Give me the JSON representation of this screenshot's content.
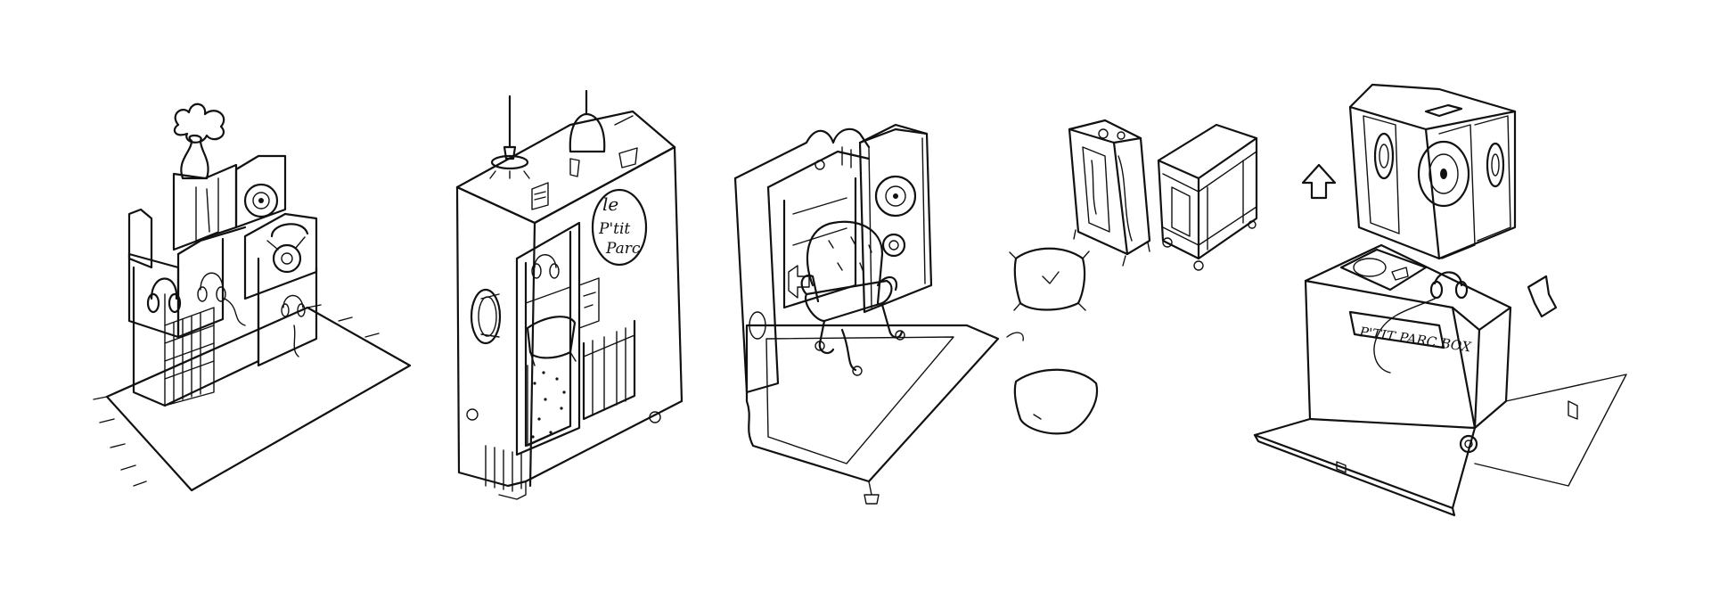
{
  "sheet": {
    "ink_color": "#111111",
    "paper_color": "#ffffff"
  },
  "sketches": [
    {
      "id": "sketch-1",
      "label": "",
      "icons": [
        "vase-icon",
        "speaker-icon",
        "telephone-icon",
        "headphones-icon"
      ]
    },
    {
      "id": "sketch-2",
      "label": "Le P'tit Parc",
      "icons": [
        "pendant-lamp-icon",
        "porthole-icon",
        "headphones-icon"
      ]
    },
    {
      "id": "sketch-3",
      "label": "",
      "icons": [
        "armchair-icon",
        "speaker-icon",
        "rug-icon"
      ]
    },
    {
      "id": "sketch-4",
      "label": "",
      "icons": [
        "wardrobe-icon",
        "trunk-icon",
        "cushion-icon"
      ]
    },
    {
      "id": "sketch-5",
      "label": "P'TIT PARC BOX",
      "icons": [
        "speaker-icon",
        "turntable-icon",
        "headphones-icon",
        "arrow-icon"
      ]
    }
  ]
}
